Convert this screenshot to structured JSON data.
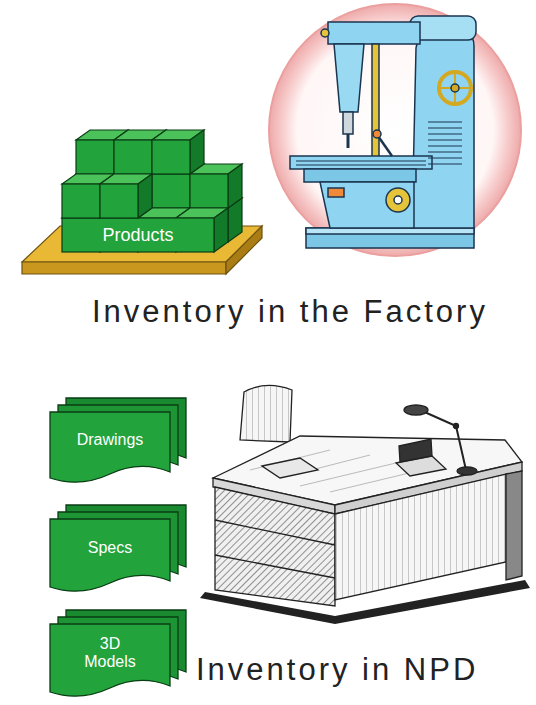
{
  "diagram": {
    "nodes": [
      {
        "text": [
          "Products"
        ]
      },
      {
        "text": [
          "Drawings"
        ]
      },
      {
        "text": [
          "Specs"
        ]
      },
      {
        "text": [
          "3D Models"
        ]
      }
    ],
    "labels": [
      "Inventory in the Factory",
      "Inventory in NPD"
    ]
  }
}
